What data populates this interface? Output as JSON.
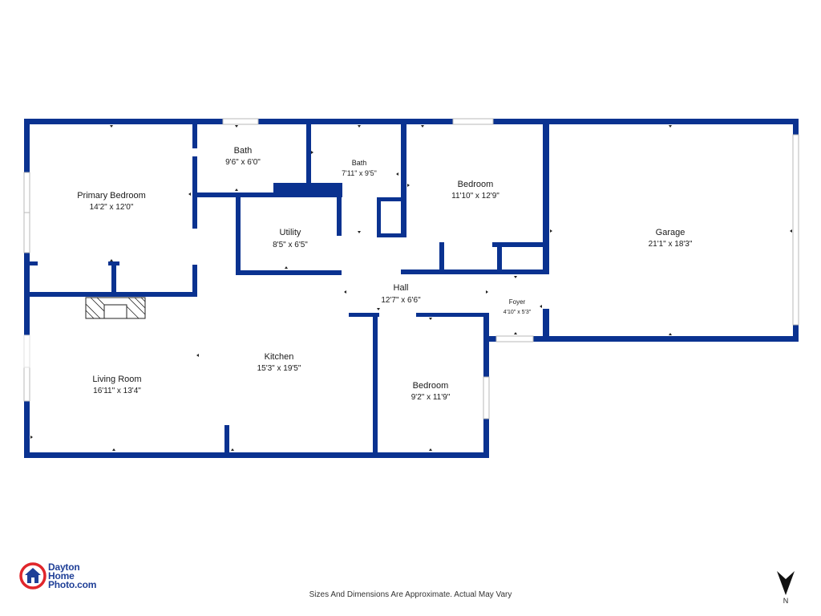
{
  "plan": {
    "wall_color": "#0a3290",
    "rooms": [
      {
        "id": "primary-bedroom",
        "name": "Primary Bedroom",
        "dims": "14'2\" x 12'0\""
      },
      {
        "id": "bath-1",
        "name": "Bath",
        "dims": "9'6\" x 6'0\""
      },
      {
        "id": "bath-2",
        "name": "Bath",
        "dims": "7'11\" x 9'5\""
      },
      {
        "id": "bedroom-1",
        "name": "Bedroom",
        "dims": "11'10\" x 12'9\""
      },
      {
        "id": "garage",
        "name": "Garage",
        "dims": "21'1\" x 18'3\""
      },
      {
        "id": "utility",
        "name": "Utility",
        "dims": "8'5\" x 6'5\""
      },
      {
        "id": "hall",
        "name": "Hall",
        "dims": "12'7\" x 6'6\""
      },
      {
        "id": "foyer",
        "name": "Foyer",
        "dims": "4'10\" x 5'3\""
      },
      {
        "id": "kitchen",
        "name": "Kitchen",
        "dims": "15'3\" x 19'5\""
      },
      {
        "id": "living-room",
        "name": "Living Room",
        "dims": "16'11\" x 13'4\""
      },
      {
        "id": "bedroom-2",
        "name": "Bedroom",
        "dims": "9'2\" x 11'9\""
      }
    ]
  },
  "branding": {
    "logo_line1": "Dayton",
    "logo_line2": "Home",
    "logo_line3": "Photo.com",
    "logo_color": "#1f3f97",
    "logo_accent": "#e0262b"
  },
  "footer": {
    "disclaimer": "Sizes And Dimensions Are Approximate. Actual May Vary"
  },
  "compass": {
    "label": "N"
  }
}
